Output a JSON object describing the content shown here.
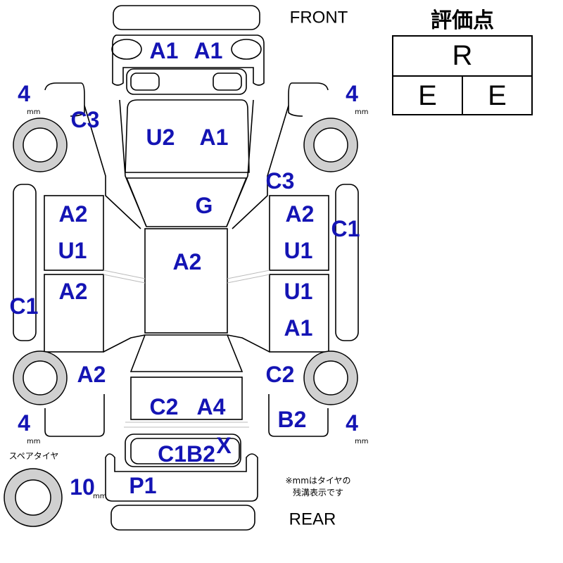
{
  "labels": {
    "front": "FRONT",
    "rear": "REAR",
    "spare_tire": "スペアタイヤ",
    "note_line1": "※mmはタイヤの",
    "note_line2": "残溝表示です",
    "mm": "mm"
  },
  "grade": {
    "title": "評価点",
    "overall": "R",
    "interior": "E",
    "exterior": "E"
  },
  "tire_depths": {
    "front_left": "4",
    "front_right": "4",
    "rear_left": "4",
    "rear_right": "4",
    "spare": "10"
  },
  "damage": {
    "front_bumper": [
      "A1",
      "A1"
    ],
    "hood": [
      "U2",
      "A1"
    ],
    "windshield": "G",
    "roof": "A2",
    "left_front_fender": "C3",
    "right_front_fender": "C3",
    "left_front_door": [
      "A2",
      "U1"
    ],
    "left_rear_door": "A2",
    "right_front_door": [
      "A2",
      "U1"
    ],
    "right_rear_door": [
      "U1",
      "A1"
    ],
    "left_sill": "C1",
    "right_sill": "C1",
    "left_rear_fender": "A2",
    "right_rear_fender": "C2",
    "trunk": [
      "C2",
      "A4"
    ],
    "right_quarter": "B2",
    "rear_panel": [
      "C1B2",
      "X"
    ],
    "rear_bumper": "P1"
  }
}
